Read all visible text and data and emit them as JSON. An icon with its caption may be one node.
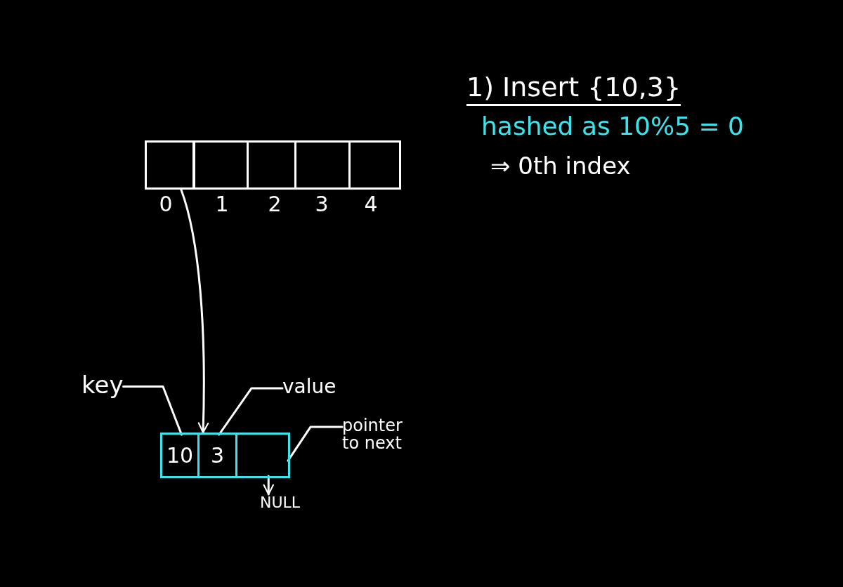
{
  "diagram": {
    "title": "1) Insert {10,3}",
    "nodes": [
      {
        "text": [],
        "shape": "box",
        "beside": [
          "0"
        ]
      },
      {
        "text": [],
        "shape": "box",
        "beside": [
          "1"
        ]
      },
      {
        "text": [],
        "shape": "box",
        "beside": [
          "2"
        ]
      },
      {
        "text": [],
        "shape": "box",
        "beside": [
          "3"
        ]
      },
      {
        "text": [],
        "shape": "box",
        "beside": [
          "4"
        ]
      },
      {
        "text": [
          "key"
        ]
      },
      {
        "text": [
          "value"
        ]
      },
      {
        "text": [],
        "shape": "box"
      },
      {
        "text": [
          "10"
        ],
        "in": 7
      },
      {
        "text": [
          "3"
        ],
        "in": 7
      },
      {
        "text": [],
        "shape": "box",
        "in": 7
      },
      {
        "text": [
          "pointer to next"
        ]
      },
      {
        "text": [
          "NULL"
        ]
      }
    ],
    "edges": [
      {
        "from": 0,
        "to": 7,
        "arrow": "to"
      },
      {
        "from": 5,
        "to": 8,
        "arrow": "none"
      },
      {
        "from": 6,
        "to": 9,
        "arrow": "none"
      },
      {
        "from": 11,
        "to": 10,
        "arrow": "none"
      },
      {
        "from": 10,
        "to": 12,
        "arrow": "to"
      }
    ],
    "labels": [
      "hashed as 10%5 = 0",
      "⇒ 0th index"
    ]
  }
}
